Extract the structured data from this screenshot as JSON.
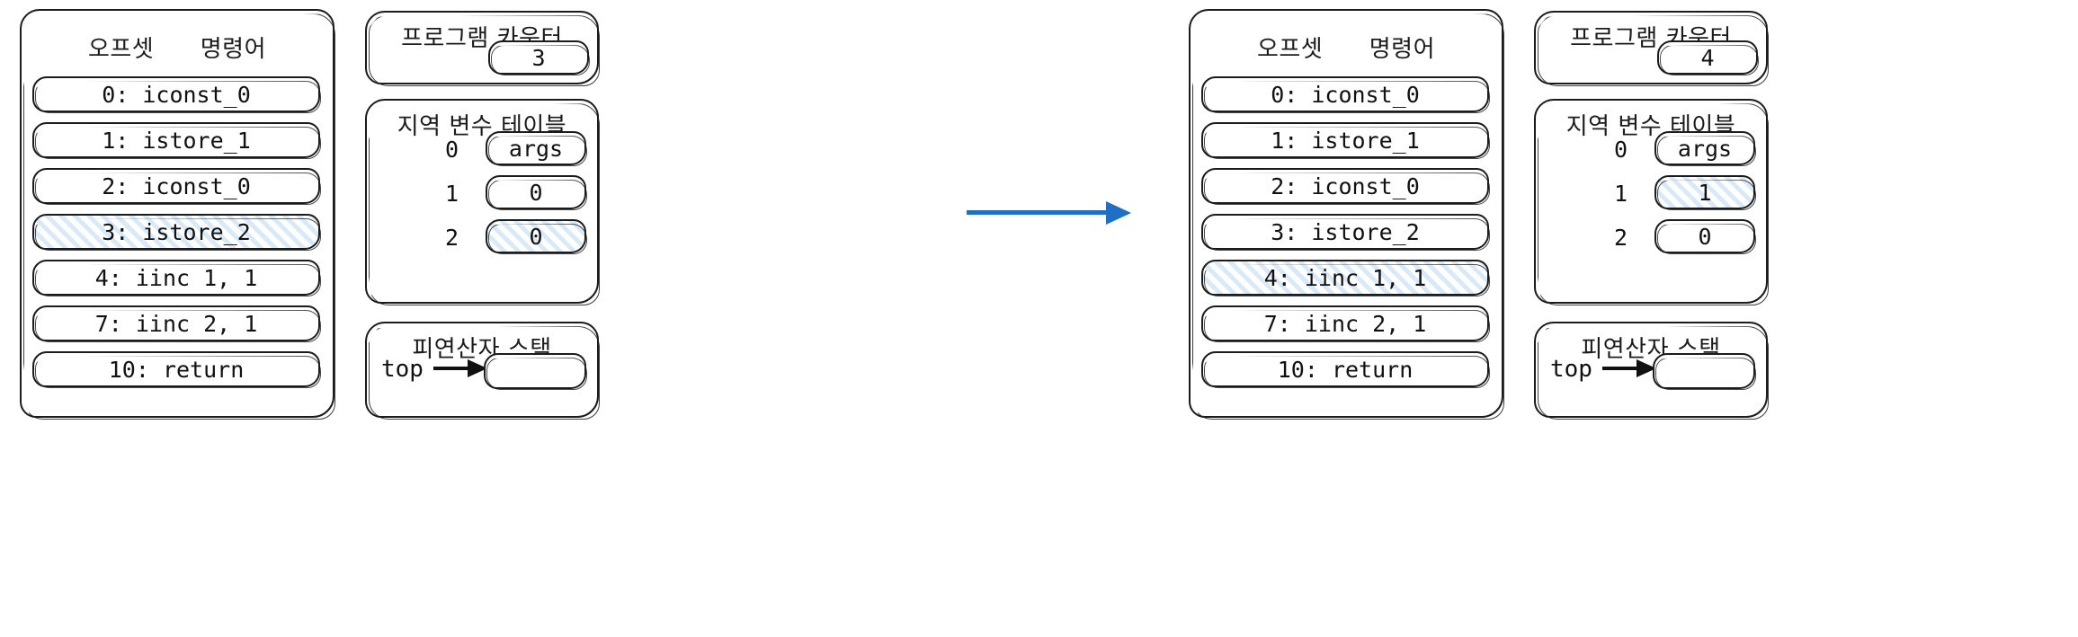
{
  "colors": {
    "ink": "#1b1b1b",
    "highlight_fill": "#d8eaf7",
    "arrow_blue": "#1f6fc4"
  },
  "states": [
    {
      "id": "before",
      "code_panel": {
        "header_offset": "오프셋",
        "header_instruction": "명령어",
        "rows": [
          {
            "text": "0: iconst_0",
            "highlighted": false
          },
          {
            "text": "1: istore_1",
            "highlighted": false
          },
          {
            "text": "2: iconst_0",
            "highlighted": false
          },
          {
            "text": "3: istore_2",
            "highlighted": true
          },
          {
            "text": "4: iinc 1, 1",
            "highlighted": false
          },
          {
            "text": "7: iinc 2, 1",
            "highlighted": false
          },
          {
            "text": "10: return",
            "highlighted": false
          }
        ]
      },
      "program_counter": {
        "title": "프로그램 카운터",
        "value": "3"
      },
      "local_variable_table": {
        "title": "지역 변수 테이블",
        "slots": [
          {
            "index": "0",
            "value": "args",
            "highlighted": false
          },
          {
            "index": "1",
            "value": "0",
            "highlighted": false
          },
          {
            "index": "2",
            "value": "0",
            "highlighted": true
          }
        ]
      },
      "operand_stack": {
        "title": "피연산자 스택",
        "top_label": "top",
        "value": ""
      }
    },
    {
      "id": "after",
      "code_panel": {
        "header_offset": "오프셋",
        "header_instruction": "명령어",
        "rows": [
          {
            "text": "0: iconst_0",
            "highlighted": false
          },
          {
            "text": "1: istore_1",
            "highlighted": false
          },
          {
            "text": "2: iconst_0",
            "highlighted": false
          },
          {
            "text": "3: istore_2",
            "highlighted": false
          },
          {
            "text": "4: iinc 1, 1",
            "highlighted": true
          },
          {
            "text": "7: iinc 2, 1",
            "highlighted": false
          },
          {
            "text": "10: return",
            "highlighted": false
          }
        ]
      },
      "program_counter": {
        "title": "프로그램 카운터",
        "value": "4"
      },
      "local_variable_table": {
        "title": "지역 변수 테이블",
        "slots": [
          {
            "index": "0",
            "value": "args",
            "highlighted": false
          },
          {
            "index": "1",
            "value": "1",
            "highlighted": true
          },
          {
            "index": "2",
            "value": "0",
            "highlighted": false
          }
        ]
      },
      "operand_stack": {
        "title": "피연산자 스택",
        "top_label": "top",
        "value": ""
      }
    }
  ]
}
